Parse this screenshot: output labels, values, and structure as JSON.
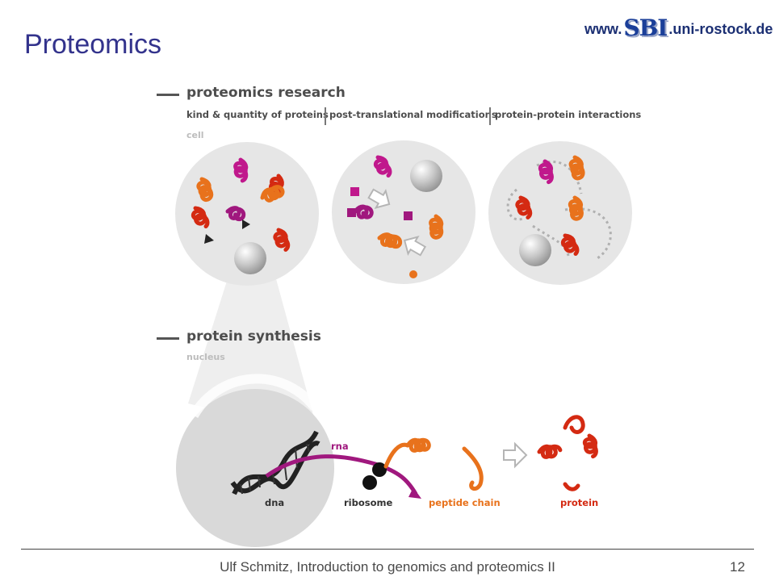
{
  "slide": {
    "title": "Proteomics",
    "logo_prefix": "www.",
    "logo_mark": "SBI",
    "logo_suffix": ".uni-rostock.de",
    "footer": "Ulf Schmitz, Introduction to genomics and proteomics II",
    "page_number": "12"
  },
  "diagram": {
    "research": {
      "heading": "proteomics research",
      "tags": [
        "kind & quantity of proteins",
        "post-translational modifications",
        "protein-protein interactions"
      ],
      "compartment": "cell"
    },
    "synthesis": {
      "heading": "protein synthesis",
      "compartment": "nucleus",
      "labels": {
        "dna": "dna",
        "rna": "rna",
        "ribosome": "ribosome",
        "peptide": "peptide chain",
        "protein": "protein"
      }
    }
  },
  "colors": {
    "title": "#33338c",
    "orange": "#e8721c",
    "red": "#d42a12",
    "magenta": "#c0188c",
    "purple": "#a0187e",
    "circle_grey": "#e6e6e6"
  }
}
